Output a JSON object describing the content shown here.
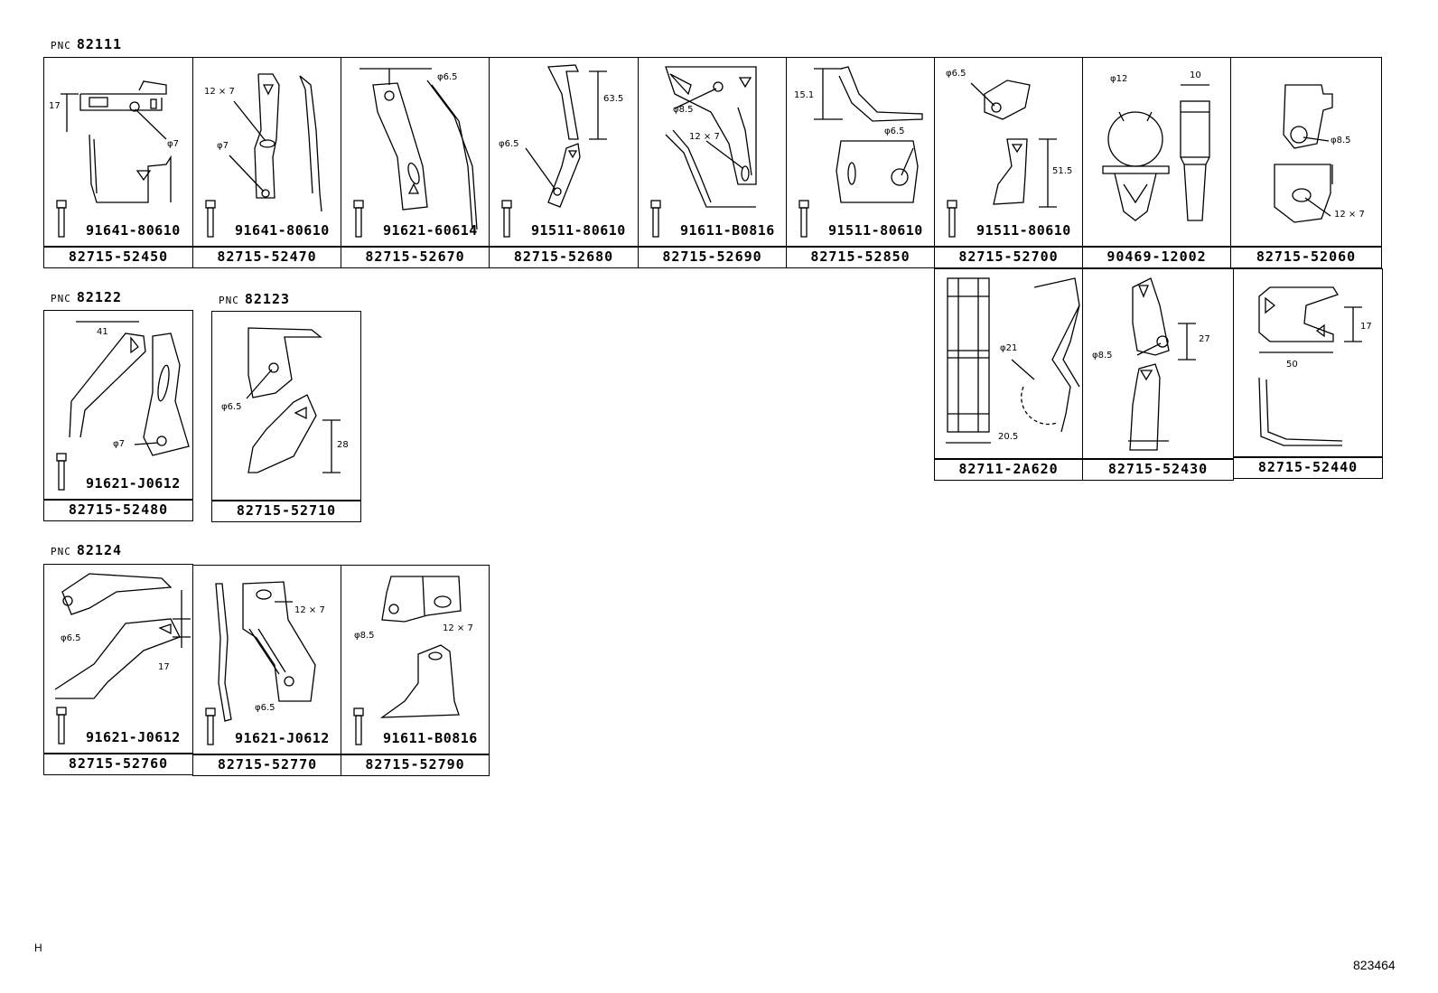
{
  "groups": [
    {
      "prefix": "PNC",
      "pnc": "82111",
      "items": [
        {
          "part": "82715-52450",
          "bolt": "91641-80610",
          "dims": [
            "17",
            "φ7"
          ]
        },
        {
          "part": "82715-52470",
          "bolt": "91641-80610",
          "dims": [
            "12 × 7",
            "φ7"
          ]
        },
        {
          "part": "82715-52670",
          "bolt": "91621-60614",
          "dims": [
            "φ6.5"
          ]
        },
        {
          "part": "82715-52680",
          "bolt": "91511-80610",
          "dims": [
            "63.5",
            "φ6.5"
          ]
        },
        {
          "part": "82715-52690",
          "bolt": "91611-B0816",
          "dims": [
            "φ8.5",
            "12 × 7"
          ]
        },
        {
          "part": "82715-52850",
          "bolt": "91511-80610",
          "dims": [
            "15.1",
            "φ6.5"
          ]
        },
        {
          "part": "82715-52700",
          "bolt": "91511-80610",
          "dims": [
            "φ6.5",
            "51.5"
          ]
        },
        {
          "part": "90469-12002",
          "bolt": "",
          "dims": [
            "φ12",
            "10"
          ]
        },
        {
          "part": "82715-52060",
          "bolt": "",
          "dims": [
            "φ8.5",
            "12 × 7"
          ]
        },
        {
          "part": "82711-2A620",
          "bolt": "",
          "dims": [
            "φ21",
            "20.5"
          ]
        },
        {
          "part": "82715-52430",
          "bolt": "",
          "dims": [
            "27",
            "φ8.5"
          ]
        },
        {
          "part": "82715-52440",
          "bolt": "",
          "dims": [
            "17",
            "50"
          ]
        }
      ]
    },
    {
      "prefix": "PNC",
      "pnc": "82122",
      "items": [
        {
          "part": "82715-52480",
          "bolt": "91621-J0612",
          "dims": [
            "41",
            "φ7"
          ]
        }
      ]
    },
    {
      "prefix": "PNC",
      "pnc": "82123",
      "items": [
        {
          "part": "82715-52710",
          "bolt": "",
          "dims": [
            "φ6.5",
            "28"
          ]
        }
      ]
    },
    {
      "prefix": "PNC",
      "pnc": "82124",
      "items": [
        {
          "part": "82715-52760",
          "bolt": "91621-J0612",
          "dims": [
            "φ6.5",
            "17"
          ]
        },
        {
          "part": "82715-52770",
          "bolt": "91621-J0612",
          "dims": [
            "12 × 7",
            "φ6.5"
          ]
        },
        {
          "part": "82715-52790",
          "bolt": "91611-B0816",
          "dims": [
            "φ8.5",
            "12 × 7"
          ]
        }
      ]
    }
  ],
  "footer": {
    "corner_mark": "H",
    "illustration_number": "823464"
  }
}
